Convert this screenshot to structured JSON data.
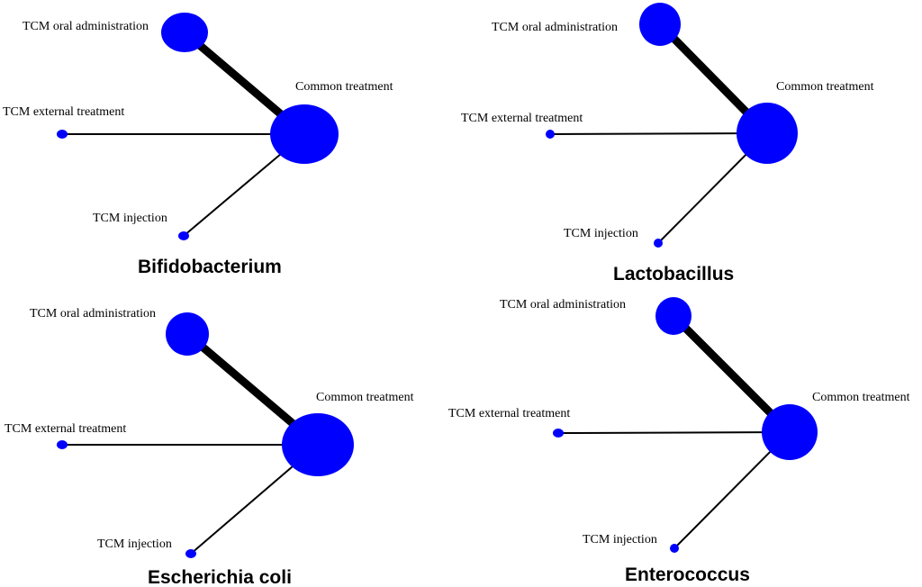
{
  "colors": {
    "node": "#0000ff",
    "edge": "#000000",
    "background": "#ffffff"
  },
  "panels": [
    {
      "title": "Bifidobacterium",
      "nodes": [
        {
          "id": "oral",
          "label": "TCM oral administration"
        },
        {
          "id": "common",
          "label": "Common treatment"
        },
        {
          "id": "external",
          "label": "TCM external treatment"
        },
        {
          "id": "injection",
          "label": "TCM injection"
        }
      ]
    },
    {
      "title": "Lactobacillus",
      "nodes": [
        {
          "id": "oral",
          "label": "TCM oral administration"
        },
        {
          "id": "common",
          "label": "Common treatment"
        },
        {
          "id": "external",
          "label": "TCM external treatment"
        },
        {
          "id": "injection",
          "label": "TCM injection"
        }
      ]
    },
    {
      "title": "Escherichia coli",
      "nodes": [
        {
          "id": "oral",
          "label": "TCM oral administration"
        },
        {
          "id": "common",
          "label": "Common treatment"
        },
        {
          "id": "external",
          "label": "TCM external treatment"
        },
        {
          "id": "injection",
          "label": "TCM injection"
        }
      ]
    },
    {
      "title": "Enterococcus",
      "nodes": [
        {
          "id": "oral",
          "label": "TCM oral administration"
        },
        {
          "id": "common",
          "label": "Common treatment"
        },
        {
          "id": "external",
          "label": "TCM external treatment"
        },
        {
          "id": "injection",
          "label": "TCM injection"
        }
      ]
    }
  ]
}
